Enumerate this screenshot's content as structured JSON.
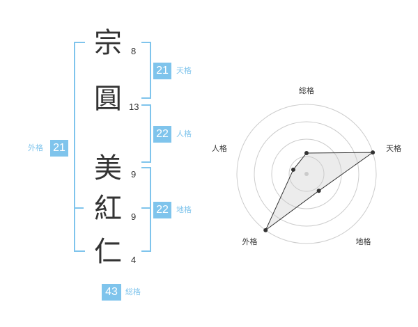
{
  "name": {
    "chars": [
      {
        "char": "宗",
        "strokes": "8"
      },
      {
        "char": "圓",
        "strokes": "13"
      },
      {
        "char": "美",
        "strokes": "9"
      },
      {
        "char": "紅",
        "strokes": "9"
      },
      {
        "char": "仁",
        "strokes": "4"
      }
    ]
  },
  "fortunes": {
    "tenkaku": {
      "label": "天格",
      "value": "21"
    },
    "jinkaku": {
      "label": "人格",
      "value": "22"
    },
    "chikaku": {
      "label": "地格",
      "value": "22"
    },
    "gaikaku": {
      "label": "外格",
      "value": "21"
    },
    "soukaku": {
      "label": "総格",
      "value": "43"
    }
  },
  "colors": {
    "accent": "#7fc4ec",
    "text": "#333333",
    "grid": "#cccccc",
    "fill": "#eeeeee"
  },
  "chart_data": {
    "type": "radar",
    "categories": [
      "総格",
      "天格",
      "地格",
      "外格",
      "人格"
    ],
    "values": [
      1.5,
      5,
      1.5,
      5,
      1
    ],
    "range": [
      0,
      5
    ],
    "rings": 4,
    "grid": true
  }
}
